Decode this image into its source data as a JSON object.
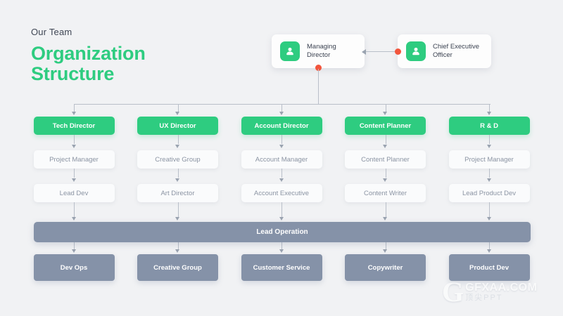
{
  "heading": {
    "kicker": "Our Team",
    "title_line1": "Organization",
    "title_line2": "Structure"
  },
  "colors": {
    "background": "#f1f2f4",
    "accent_green": "#2ecc80",
    "slate": "#8592a8",
    "dot_orange": "#f2553d",
    "line": "#b9bfc9",
    "muted_text": "#8b94a3"
  },
  "top_cards": [
    {
      "id": "managing-director",
      "label": "Managing\nDirector",
      "line1": "Managing",
      "line2": "Director",
      "icon": "person-icon"
    },
    {
      "id": "chief-executive-officer",
      "label": "Chief Executive\nOfficer",
      "line1": "Chief Executive",
      "line2": "Officer",
      "icon": "person-icon"
    }
  ],
  "columns": [
    {
      "director": "Tech Director",
      "level2": "Project Manager",
      "level3": "Lead Dev",
      "bottom": "Dev Ops"
    },
    {
      "director": "UX Director",
      "level2": "Creative Group",
      "level3": "Art Director",
      "bottom": "Creative Group"
    },
    {
      "director": "Account Director",
      "level2": "Account Manager",
      "level3": "Account Executive",
      "bottom": "Customer Service"
    },
    {
      "director": "Content Planner",
      "level2": "Content Planner",
      "level3": "Content Writer",
      "bottom": "Copywriter"
    },
    {
      "director": "R & D",
      "level2": "Project Manager",
      "level3": "Lead Product Dev",
      "bottom": "Product Dev"
    }
  ],
  "lead_operation": {
    "label": "Lead Operation"
  },
  "watermark": {
    "logo": "G",
    "site": "GFXAA.COM",
    "subtitle": "顶尖PPT"
  }
}
